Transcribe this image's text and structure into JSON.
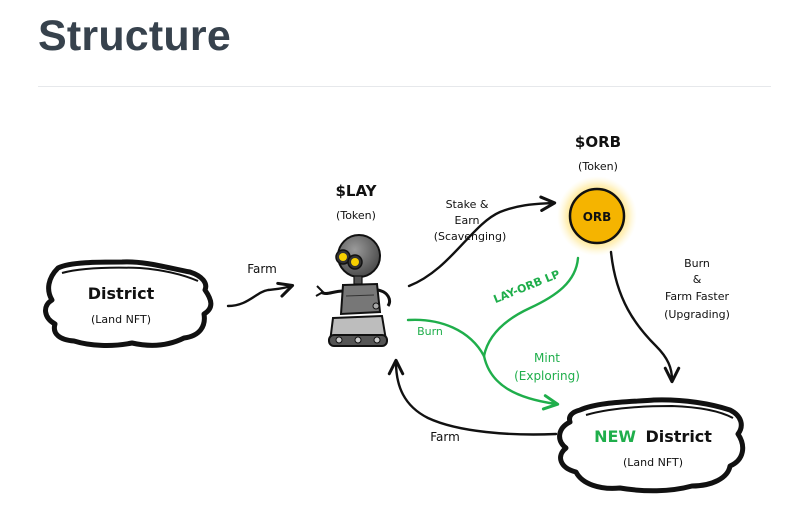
{
  "page": {
    "title": "Structure"
  },
  "colors": {
    "accent_green": "#1fae4b",
    "orb_gold": "#f5b400",
    "ink": "#111111",
    "heading": "#37424d"
  },
  "diagram": {
    "nodes": {
      "district": {
        "title": "District",
        "subtitle": "(Land NFT)"
      },
      "lay": {
        "title": "$LAY",
        "subtitle": "(Token)"
      },
      "orb": {
        "title": "$ORB",
        "subtitle": "(Token)",
        "coin_label": "ORB"
      },
      "new_district": {
        "title_prefix": "NEW",
        "title_suffix": "District",
        "subtitle": "(Land NFT)"
      }
    },
    "edges": {
      "farm_district_to_lay": "Farm",
      "stake_earn": [
        "Stake &",
        "Earn",
        "(Scavenging)"
      ],
      "lay_orb_lp": "LAY-ORB LP",
      "burn_green": "Burn",
      "mint_exploring": [
        "Mint",
        "(Exploring)"
      ],
      "burn_farm_faster": [
        "Burn",
        "&",
        "Farm Faster",
        "(Upgrading)"
      ],
      "farm_new_to_lay": "Farm"
    }
  }
}
